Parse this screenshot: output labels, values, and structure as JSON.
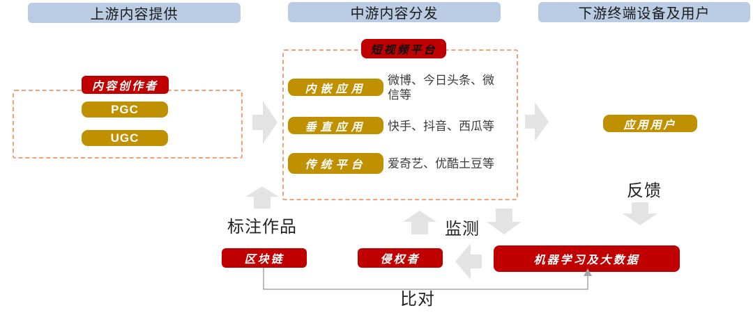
{
  "headers": {
    "upstream": "上游内容提供",
    "midstream": "中游内容分发",
    "downstream": "下游终端设备及用户"
  },
  "upstream": {
    "creators_label": "内容创作者",
    "pgc": "PGC",
    "ugc": "UGC"
  },
  "midstream": {
    "platform_label": "短视频平台",
    "rows": [
      {
        "label": "内嵌应用",
        "examples": "微博、今日头条、微信等"
      },
      {
        "label": "垂直应用",
        "examples": "快手、抖音、西瓜等"
      },
      {
        "label": "传统平台",
        "examples": "爱奇艺、优酷土豆等"
      }
    ]
  },
  "downstream": {
    "app_users": "应用用户"
  },
  "bottom": {
    "blockchain": "区块链",
    "infringer": "侵权者",
    "ml_bigdata": "机器学习及大数据"
  },
  "flow_labels": {
    "annotate": "标注作品",
    "monitor": "监测",
    "feedback": "反馈",
    "compare": "比对"
  },
  "colors": {
    "header_bg": "#b9cce4",
    "red_box": "#c00000",
    "gold_box": "#bf9000",
    "dashed_border": "#f0a276",
    "arrow_gray": "#e3e3e3",
    "connector_gray": "#a6a6a6"
  }
}
